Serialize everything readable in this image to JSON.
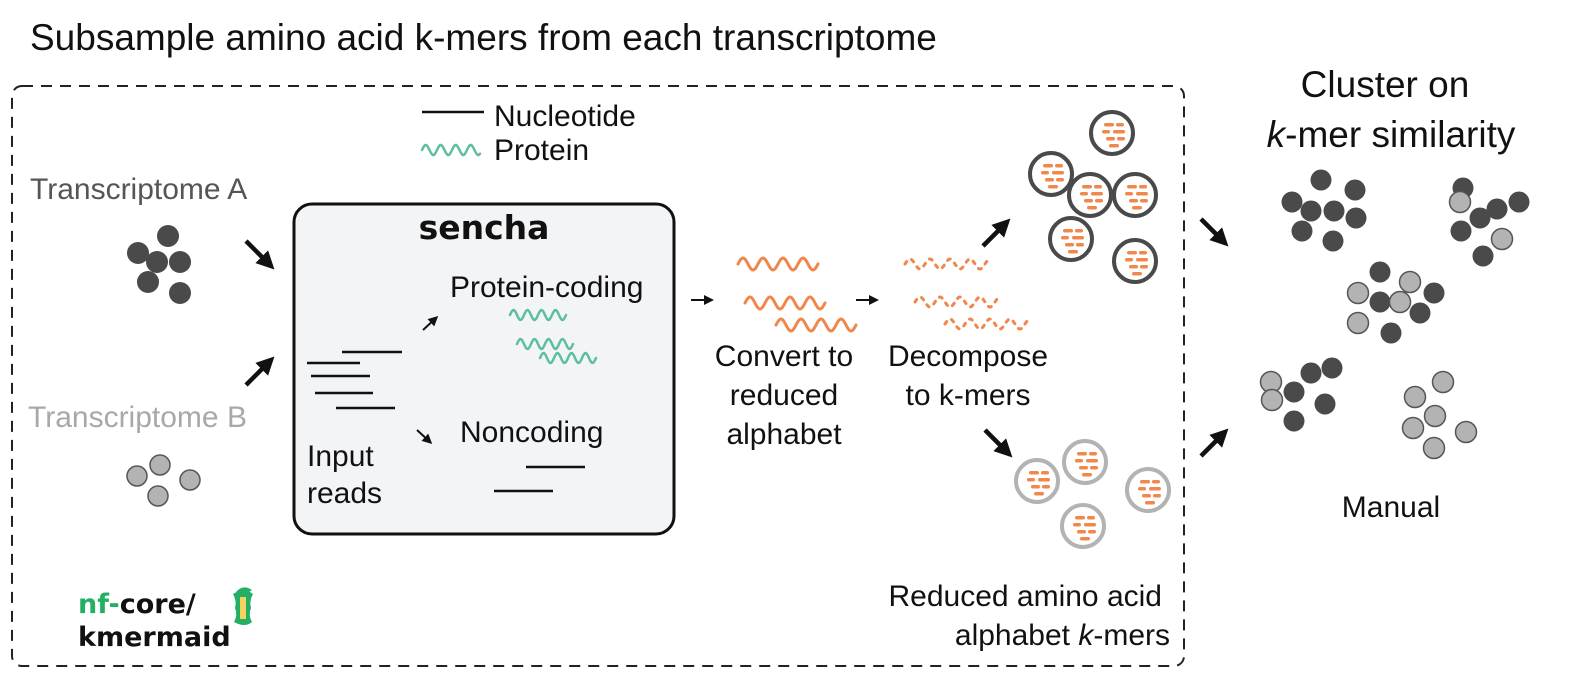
{
  "title": "Subsample amino acid k-mers from each transcriptome",
  "legend": {
    "nucleotide": "Nucleotide",
    "protein": "Protein"
  },
  "inputs": {
    "a": "Transcriptome A",
    "b": "Transcriptome B"
  },
  "sencha": {
    "name": "sencha",
    "coding": "Protein-coding",
    "noncoding": "Noncoding",
    "input_line1": "Input",
    "input_line2": "reads"
  },
  "steps": {
    "convert": [
      "Convert to",
      "reduced",
      "alphabet"
    ],
    "decompose": [
      "Decompose",
      "to k-mers"
    ]
  },
  "kmers_caption": {
    "line1": "Reduced amino acid",
    "line2_prefix": "alphabet ",
    "line2_italic": "k",
    "line2_suffix": "-mers"
  },
  "cluster": {
    "line1": "Cluster on",
    "line2_italic": "k",
    "line2_suffix": "-mer similarity",
    "manual": "Manual"
  },
  "logo": {
    "nf": "nf",
    "dash": "-",
    "core": "core/",
    "name": "kmermaid"
  },
  "colors": {
    "dark_dot": "#4a4a4a",
    "light_dot": "#b3b3b3",
    "protein": "#5cc0a0",
    "reduced": "#f0884e",
    "logo_green": "#24b064",
    "box_fill": "#f3f4f6"
  }
}
